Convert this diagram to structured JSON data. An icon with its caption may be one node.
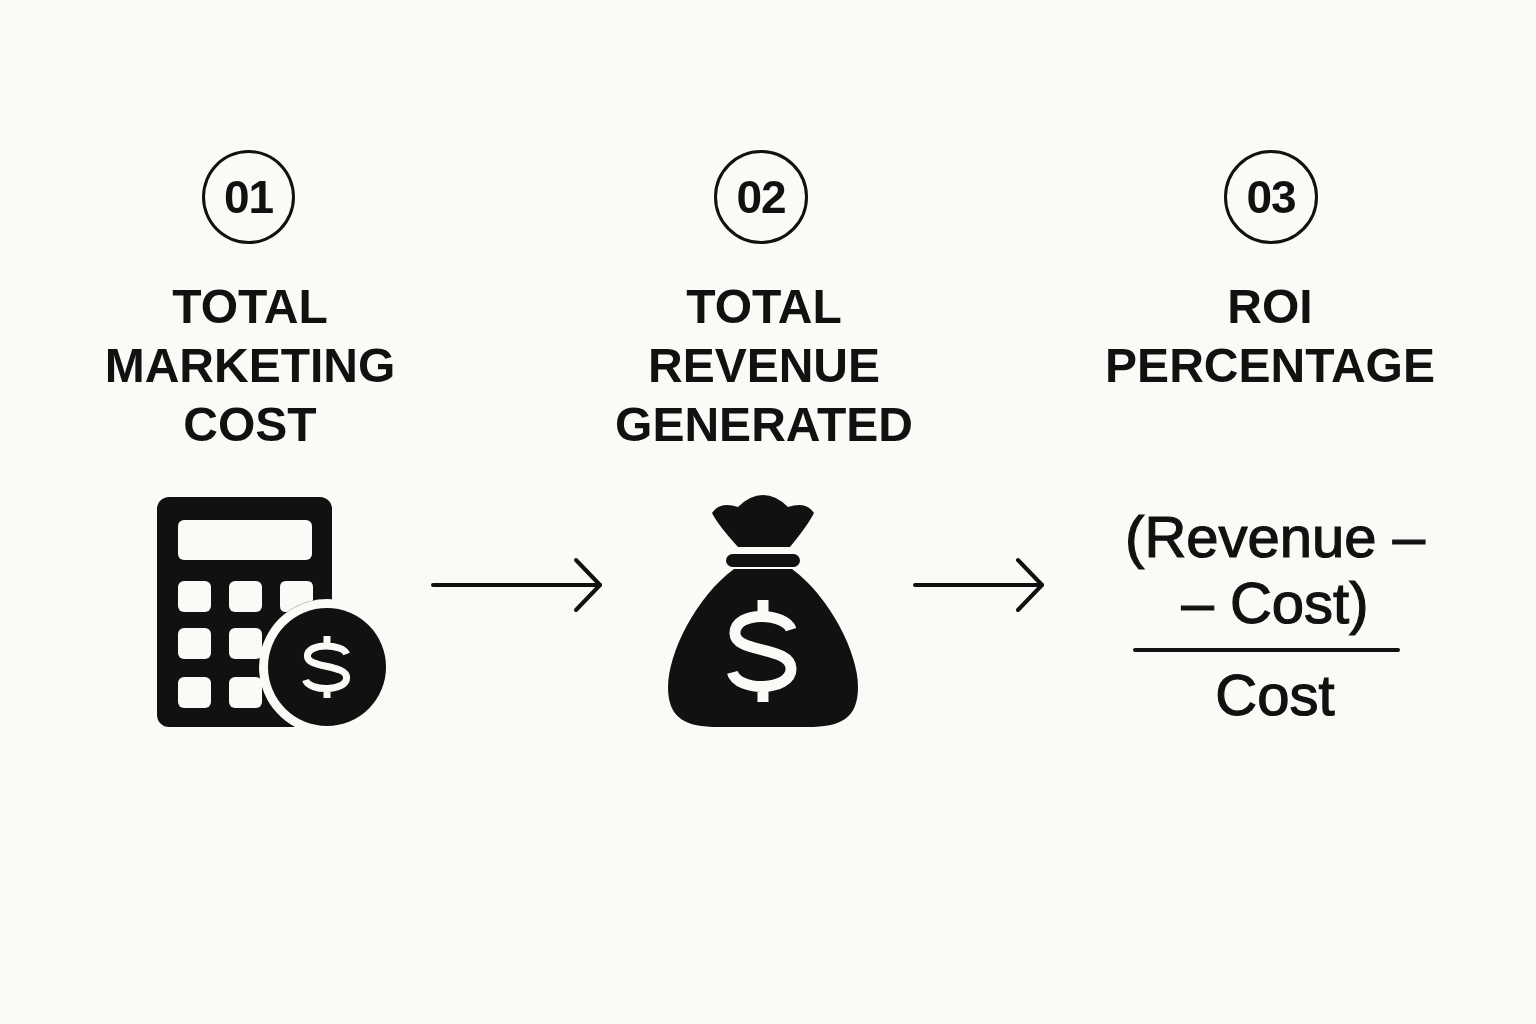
{
  "diagram": {
    "nodes": [
      {
        "text": [
          "01"
        ]
      },
      {
        "text": [
          "02"
        ]
      },
      {
        "text": [
          "03"
        ]
      },
      {
        "text": [],
        "shape": "picture"
      },
      {
        "text": [],
        "shape": "picture"
      },
      {
        "text": [
          "(Revenue – – Cost)",
          "Cost"
        ]
      }
    ],
    "edges": [
      {
        "from": 3,
        "to": 4,
        "arrow": "to"
      },
      {
        "from": 4,
        "to": 5,
        "arrow": "to"
      }
    ],
    "labels": [
      "TOTAL MARKETING COST",
      "TOTAL REVENUE GENERATED",
      "ROI PERCENTAGE"
    ]
  }
}
